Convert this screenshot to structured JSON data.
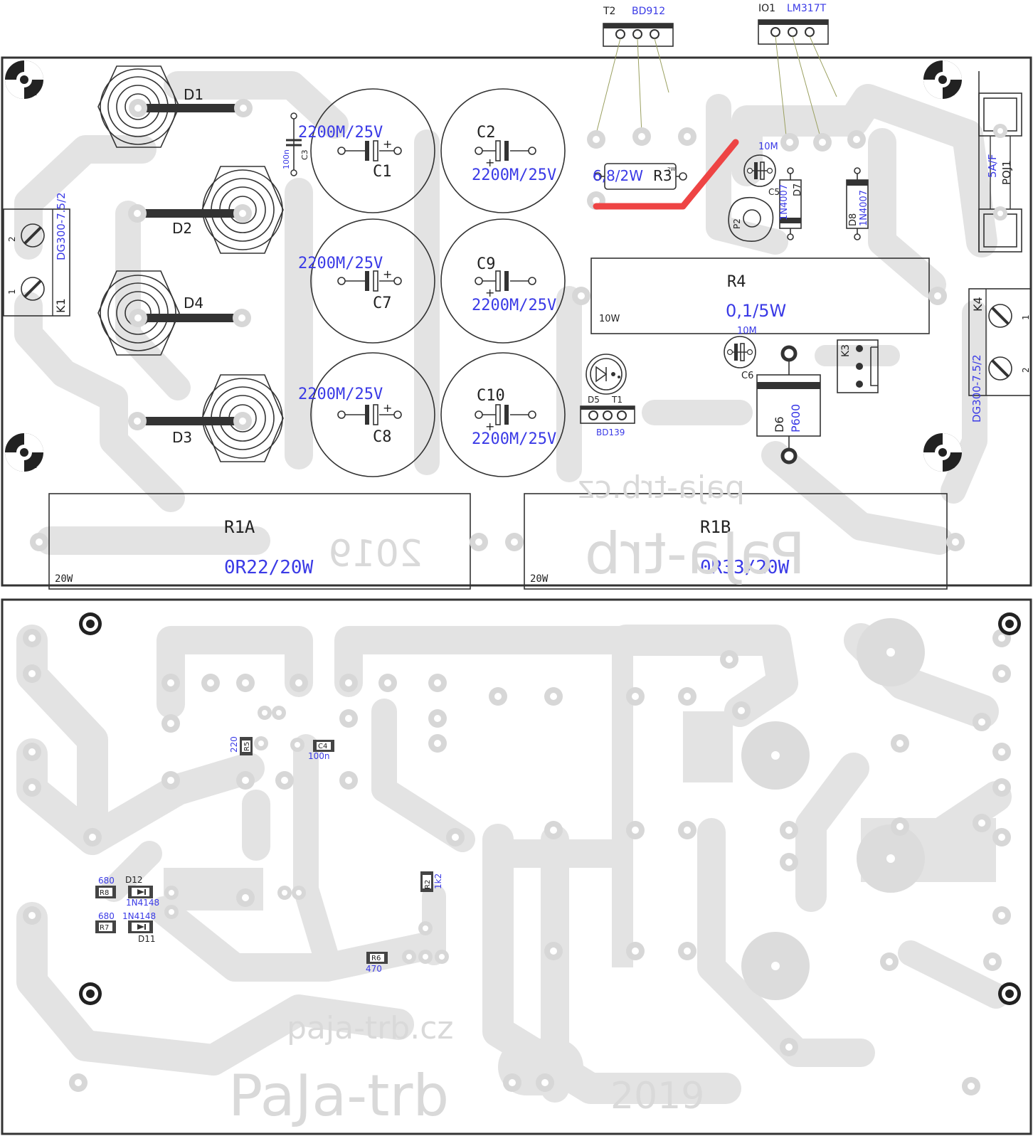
{
  "top": {
    "diodes": [
      {
        "label": "D1"
      },
      {
        "label": "D2"
      },
      {
        "label": "D3"
      },
      {
        "label": "D4"
      }
    ],
    "caps": [
      {
        "name": "C1",
        "value": "2200M/25V"
      },
      {
        "name": "C2",
        "value": "2200M/25V"
      },
      {
        "name": "C7",
        "value": "2200M/25V"
      },
      {
        "name": "C9",
        "value": "2200M/25V"
      },
      {
        "name": "C8",
        "value": "2200M/25V"
      },
      {
        "name": "C10",
        "value": "2200M/25V"
      }
    ],
    "c3": {
      "name": "C3",
      "value": "100n"
    },
    "k1": {
      "name": "K1",
      "type": "DG300-7.5/2",
      "pin1": "1",
      "pin2": "2"
    },
    "k4": {
      "name": "K4",
      "type": "DG300-7.5/2",
      "pin1": "1",
      "pin2": "2"
    },
    "t2": {
      "name": "T2",
      "type": "BD912"
    },
    "io1": {
      "name": "IO1",
      "type": "LM317T"
    },
    "r3": {
      "name": "R3",
      "value": "6,8/2W",
      "small": "2W"
    },
    "c5": {
      "name": "C5",
      "value": "10M"
    },
    "d7": {
      "name": "D7",
      "type": "1N4007"
    },
    "d8": {
      "name": "D8",
      "type": "1N4007"
    },
    "p2": {
      "name": "P2"
    },
    "poj1": {
      "name": "POJ1",
      "value": "5A/F"
    },
    "r4": {
      "name": "R4",
      "value": "0,1/5W",
      "power": "10W"
    },
    "c6": {
      "name": "C6",
      "value": "10M"
    },
    "k3": {
      "name": "K3"
    },
    "d6": {
      "name": "D6",
      "type": "P600"
    },
    "d5": {
      "name": "D5"
    },
    "t1": {
      "name": "T1",
      "type": "BD139"
    },
    "r1a": {
      "name": "R1A",
      "value": "0R22/20W",
      "power": "20W"
    },
    "r1b": {
      "name": "R1B",
      "value": "0R33/20W",
      "power": "20W"
    },
    "mount": "3,2",
    "watermark": {
      "site": "paja-trb.cz",
      "brand": "PaJa-trb",
      "year": "2019"
    }
  },
  "bottom": {
    "r5": {
      "name": "R5",
      "value": "220"
    },
    "c4": {
      "name": "C4",
      "value": "100n"
    },
    "r2": {
      "name": "R2",
      "value": "1k2"
    },
    "r8": {
      "name": "R8",
      "value": "680"
    },
    "r7": {
      "name": "R7",
      "value": "680"
    },
    "d12": {
      "name": "D12",
      "type": "1N4148"
    },
    "d11": {
      "name": "D11",
      "type": "1N4148"
    },
    "r6": {
      "name": "R6",
      "value": "470"
    },
    "watermark": {
      "site": "paja-trb.cz",
      "brand": "PaJa-trb",
      "year": "2019"
    }
  }
}
